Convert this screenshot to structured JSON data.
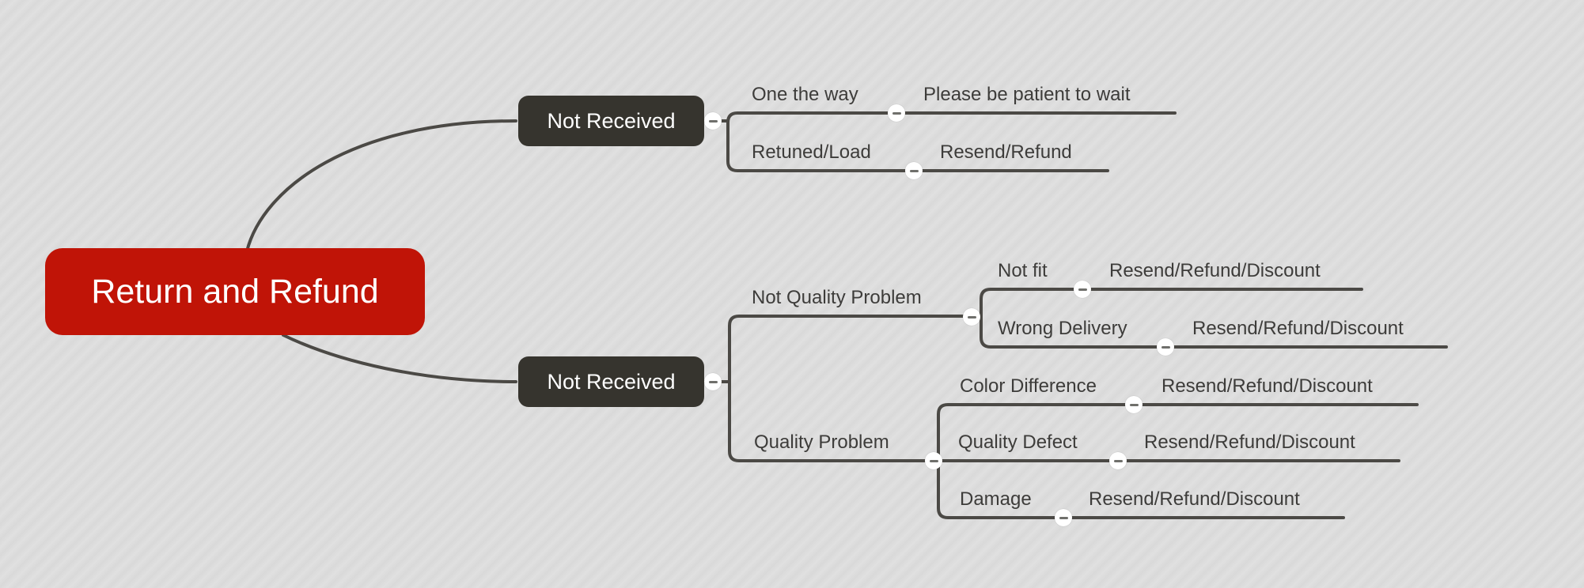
{
  "canvas": {
    "type": "mind-map",
    "background_color": "#dcdcdc"
  },
  "colors": {
    "root_bg": "#c01407",
    "root_text": "#ffffff",
    "branch_bg": "#36342e",
    "branch_text": "#ffffff",
    "line": "#4b4945",
    "label_text": "#3d3c3a",
    "collapse_bg": "#ffffff",
    "collapse_glyph": "#6f6f6b"
  },
  "icons": {
    "collapse": "minus-icon"
  },
  "root": {
    "label": "Return and Refund"
  },
  "branches": [
    {
      "label": "Not Received",
      "children": [
        {
          "label": "One the way",
          "children": [
            {
              "label": "Please be patient to wait"
            }
          ]
        },
        {
          "label": "Retuned/Load",
          "children": [
            {
              "label": "Resend/Refund"
            }
          ]
        }
      ]
    },
    {
      "label": "Not Received",
      "children": [
        {
          "label": "Not Quality Problem",
          "children": [
            {
              "label": "Not fit",
              "children": [
                {
                  "label": "Resend/Refund/Discount"
                }
              ]
            },
            {
              "label": "Wrong Delivery",
              "children": [
                {
                  "label": "Resend/Refund/Discount"
                }
              ]
            }
          ]
        },
        {
          "label": "Quality Problem",
          "children": [
            {
              "label": "Color Difference",
              "children": [
                {
                  "label": "Resend/Refund/Discount"
                }
              ]
            },
            {
              "label": "Quality Defect",
              "children": [
                {
                  "label": "Resend/Refund/Discount"
                }
              ]
            },
            {
              "label": "Damage",
              "children": [
                {
                  "label": "Resend/Refund/Discount"
                }
              ]
            }
          ]
        }
      ]
    }
  ]
}
